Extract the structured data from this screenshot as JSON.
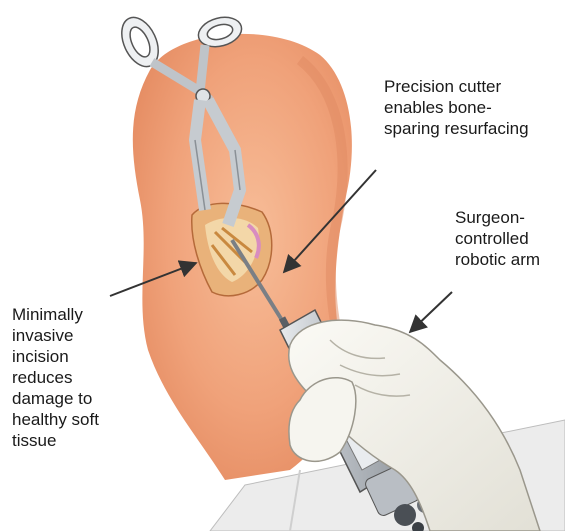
{
  "labels": {
    "cutter": [
      "Precision cutter",
      "enables bone-",
      "sparing resurfacing"
    ],
    "arm": [
      "Surgeon-",
      "controlled",
      "robotic arm"
    ],
    "incision": [
      "Minimally",
      "invasive",
      "incision",
      "reduces",
      "damage to",
      "healthy soft",
      "tissue"
    ]
  },
  "colors": {
    "skin": "#f2a57d",
    "skin_shadow": "#e08a62",
    "incision": "#d99a4e",
    "glove": "#f4f2ea",
    "metal": "#c8ccd0",
    "outline": "#4a4a4a",
    "arrow": "#333333"
  }
}
